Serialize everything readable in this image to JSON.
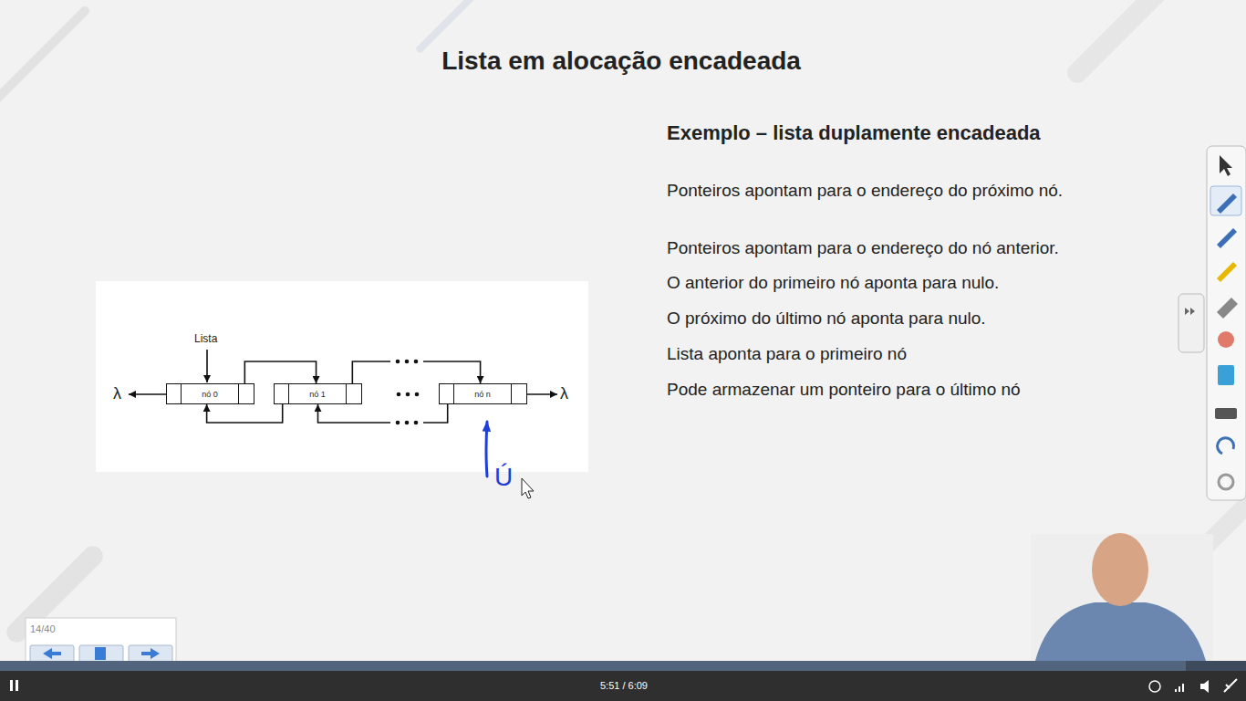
{
  "diagram": {
    "title": "Lista em alocação encadeada",
    "nodes": [
      {
        "text": [
          "nó 0"
        ]
      },
      {
        "text": [
          "nó 1"
        ]
      },
      {
        "text": [
          "nó n"
        ]
      }
    ],
    "edges": [
      {
        "from": 0,
        "to": 1,
        "arrow": "to"
      },
      {
        "from": 1,
        "to": 0,
        "arrow": "to"
      },
      {
        "from": 1,
        "to": 2,
        "arrow": "to"
      },
      {
        "from": 2,
        "to": 1,
        "arrow": "to"
      }
    ],
    "labels": [
      "Lista",
      "λ",
      "λ",
      "Ú",
      "Exemplo – lista duplamente encadeada",
      "Ponteiros apontam para o endereço do próximo nó.",
      "Ponteiros apontam para o endereço do nó anterior.",
      "O anterior do primeiro nó aponta para nulo.",
      "O próximo do último nó aponta para nulo.",
      "Lista aponta para o primeiro nó",
      "Pode armazenar um ponteiro para o último nó",
      "14/40",
      "5:51 / 6:09"
    ]
  }
}
